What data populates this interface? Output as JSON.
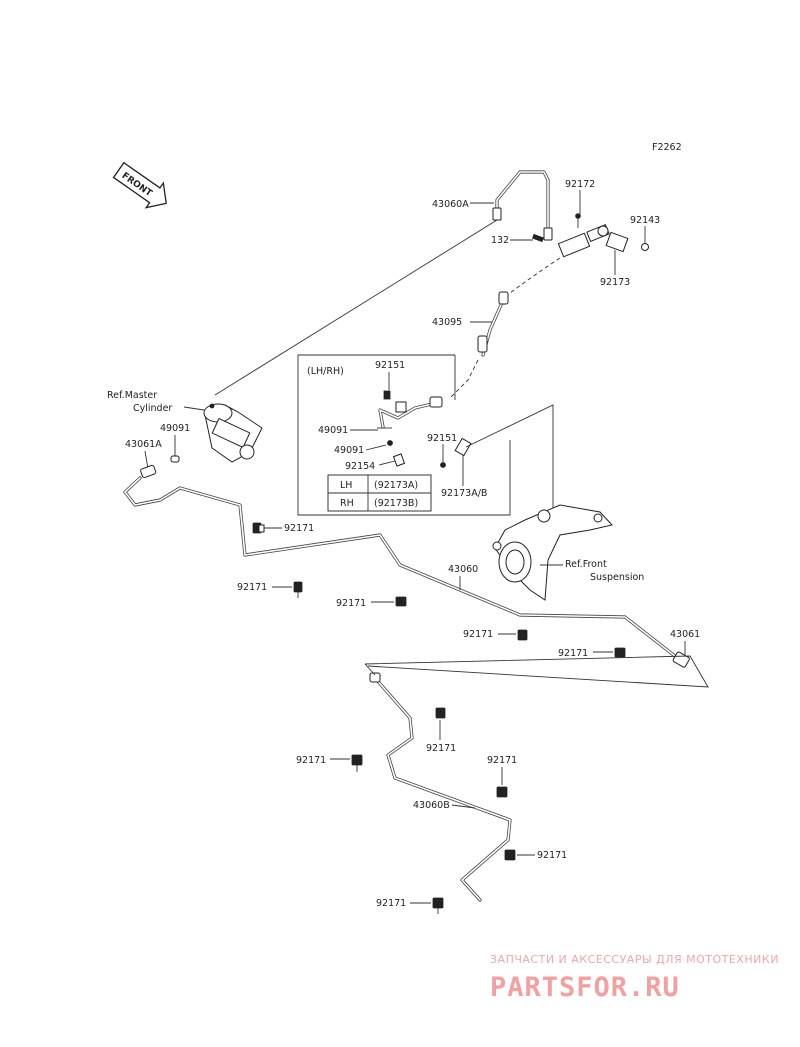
{
  "figure_code": "F2262",
  "front_arrow": "FRONT",
  "labels": {
    "p43060A": "43060A",
    "p92172": "92172",
    "p92143": "92143",
    "p132": "132",
    "p92173": "92173",
    "p43095": "43095",
    "lhrh": "(LH/RH)",
    "p92151a": "92151",
    "p49091a": "49091",
    "p49091b": "49091",
    "p92154": "92154",
    "p92151b": "92151",
    "p92173ab": "92173A/B",
    "ref_master_1": "Ref.Master",
    "ref_master_2": "Cylinder",
    "p49091c": "49091",
    "p43061A": "43061A",
    "p92171_a": "92171",
    "p92171_b": "92171",
    "p92171_c": "92171",
    "p43060": "43060",
    "ref_front_1": "Ref.Front",
    "ref_front_2": "Suspension",
    "p92171_d": "92171",
    "p43061": "43061",
    "p92171_e": "92171",
    "p92171_f": "92171",
    "p92171_g": "92171",
    "p92171_h": "92171",
    "p43060B": "43060B",
    "p92171_i": "92171",
    "p92171_j": "92171"
  },
  "side_table": {
    "rows": [
      {
        "side": "LH",
        "part": "(92173A)"
      },
      {
        "side": "RH",
        "part": "(92173B)"
      }
    ]
  },
  "watermark": {
    "tagline": "ЗАПЧАСТИ И АКСЕССУАРЫ ДЛЯ МОТОТЕХНИКИ",
    "brand": "PARTSFOR.RU"
  }
}
